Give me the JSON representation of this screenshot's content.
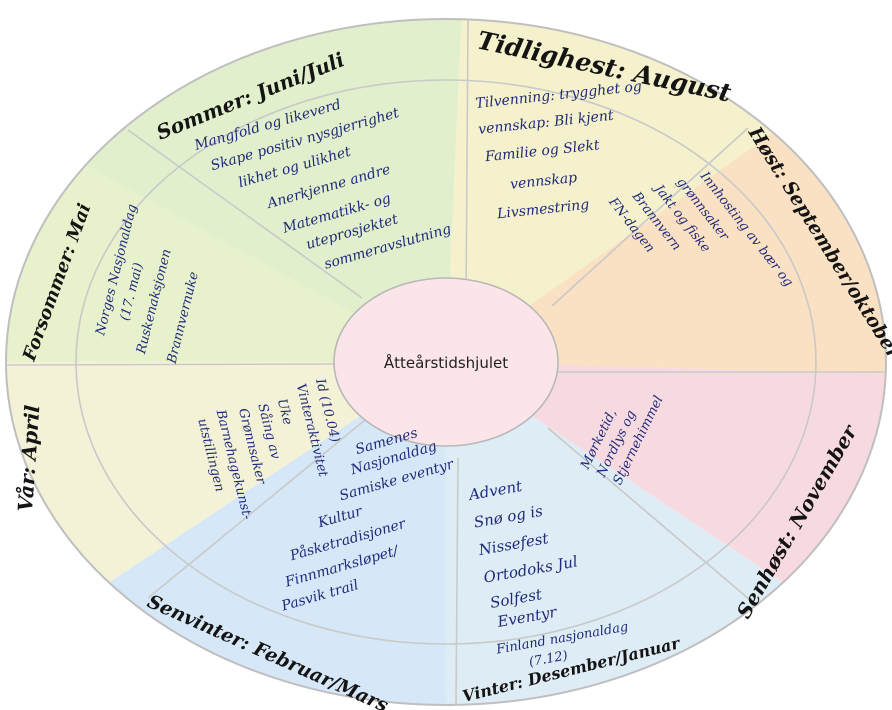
{
  "title": "Åtteårstidshjulet",
  "seasons": [
    {
      "id": "tidlighost",
      "label": "Tidlighest: August",
      "color": "#f3efc4",
      "items": [
        "Tilvenning: trygghet og",
        "vennskap: Bli kjent",
        "Familie og Slekt",
        "vennskap",
        "Livsmestring"
      ]
    },
    {
      "id": "host",
      "label": "Høst: September/oktober",
      "color": "#f9dcb8",
      "items": [
        "Innhosting av bær og",
        "grønnsaker",
        "Jakt og fiske",
        "Brannvern",
        "FN-dagen"
      ]
    },
    {
      "id": "senhost",
      "label": "Senhøst: November",
      "color": "#f6d4db",
      "items": [
        "Mørketid,",
        "Nordlys og",
        "Stjernehimmel"
      ]
    },
    {
      "id": "vinter",
      "label": "Vinter: Desember/Januar",
      "color": "#d8e9f5",
      "items": [
        "Advent",
        "Snø og is",
        "Nissefest",
        "Ortodoks Jul",
        "Solfest",
        "Eventyr",
        "Finland nasjonaldag",
        "(7.12)"
      ]
    },
    {
      "id": "senvinter",
      "label": "Senvinter: Februar/Mars",
      "color": "#cfe3f6",
      "items": [
        "Samenes",
        "Nasjonaldag",
        "Samiske eventyr",
        "Kultur",
        "Påsketradisjoner",
        "Finnmarksløpet/",
        "Pasvik trail"
      ]
    },
    {
      "id": "var",
      "label": "Vår: April",
      "color": "#f2f0cf",
      "items": [
        "Id (10.04)",
        "Vinteraktivitet",
        "Uke",
        "Såing av",
        "Grønnsaker",
        "Barnehagekunst-",
        "utstillingen"
      ]
    },
    {
      "id": "forsommer",
      "label": "Forsommer: Mai",
      "color": "#e3efc3",
      "items": [
        "Norges Nasjonaldag",
        "(17. mai)",
        "Ruskenaksjonen",
        "Brannvernuke"
      ]
    },
    {
      "id": "sommer",
      "label": "Sommer: Juni/Juli",
      "color": "#dcecc3",
      "items": [
        "Mangfold og likeverd",
        "Skape positiv nysgjerrighet",
        "likhet og ulikhet",
        "Anerkjenne andre",
        "Matematikk- og",
        "uteprosjektet",
        "sommeravslutning"
      ]
    }
  ]
}
